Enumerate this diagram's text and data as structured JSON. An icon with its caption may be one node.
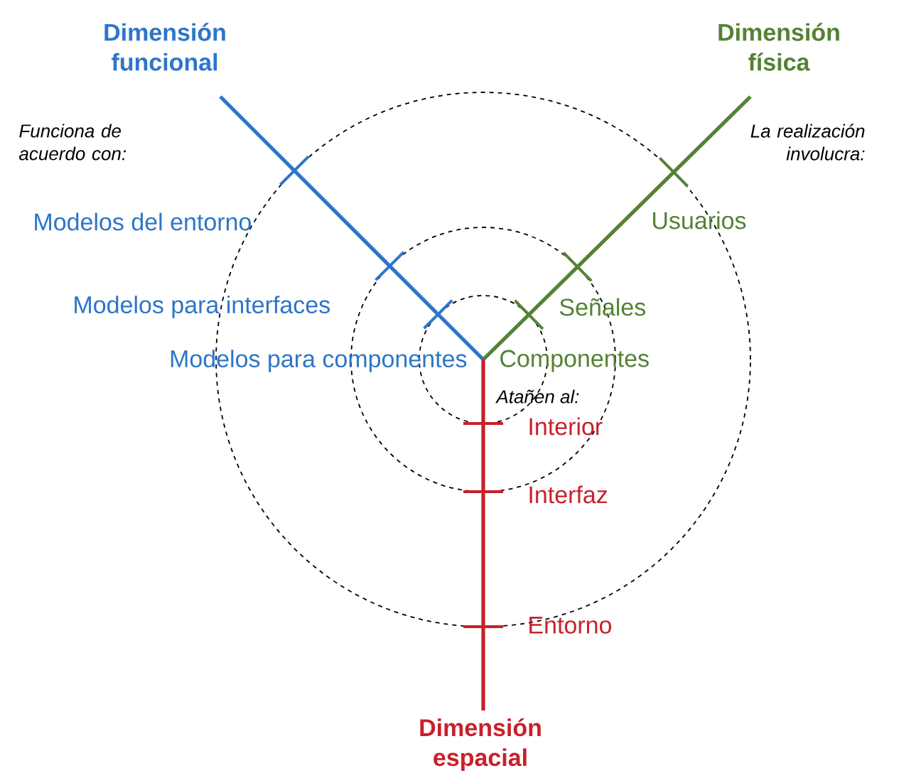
{
  "diagram": {
    "nodes": [
      {
        "text": [
          "Dimensión funcional"
        ]
      },
      {
        "text": [
          "Dimensión física"
        ]
      },
      {
        "text": [
          "Dimensión espacial"
        ]
      }
    ],
    "labels": [
      "Funciona de acuerdo con:",
      "La realización involucra:",
      "Modelos del entorno",
      "Usuarios",
      "Modelos para interfaces",
      "Señales",
      "Modelos para componentes",
      "Componentes",
      "Atañen al:",
      "Interior",
      "Interfaz",
      "Entorno"
    ]
  }
}
